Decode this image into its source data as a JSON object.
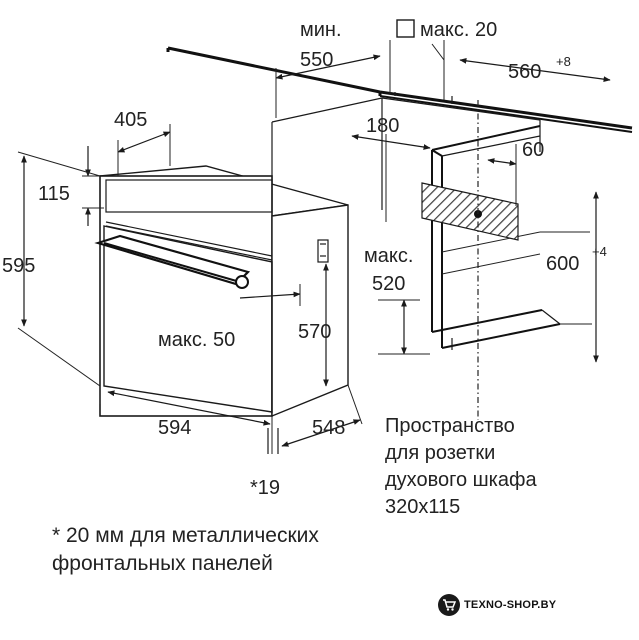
{
  "labels": {
    "min": "мин.",
    "min_value": "550",
    "max20": "макс. 20",
    "niche_depth": "560",
    "niche_depth_sup": "+8",
    "front_depth": "405",
    "v180": "180",
    "v60": "60",
    "panel_height": "115",
    "total_height": "595",
    "niche_height": "600",
    "niche_height_sup": "+4",
    "max_label": "макс.",
    "max520": "520",
    "max50": "макс. 50",
    "body_height": "570",
    "width": "594",
    "body_depth": "548",
    "footnote_mark": "*19"
  },
  "space_note": [
    "Пространство",
    "для розетки",
    "духового шкафа",
    "320x115"
  ],
  "footnote": [
    "* 20 мм для металлических",
    "фронтальных панелей"
  ],
  "brand": "TEXNO-SHOP.BY",
  "colors": {
    "line": "#1a1a1a",
    "text": "#222222",
    "hatch": "#444444"
  }
}
